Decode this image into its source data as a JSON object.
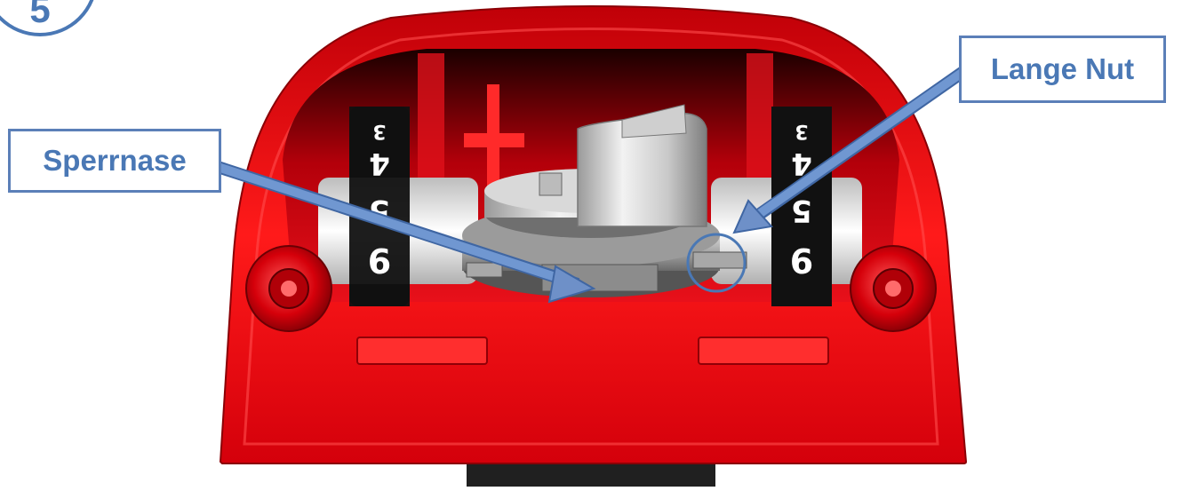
{
  "step_number": "5",
  "labels": {
    "sperrnase": "Sperrnase",
    "lange_nut": "Lange Nut"
  },
  "dial_digits": {
    "left": [
      "3",
      "4",
      "5",
      "6"
    ],
    "right": [
      "3",
      "4",
      "5",
      "6"
    ]
  },
  "colors": {
    "housing_red": "#e0000d",
    "callout_blue": "#4a78b5",
    "arrow_blue": "#6e90c8"
  }
}
